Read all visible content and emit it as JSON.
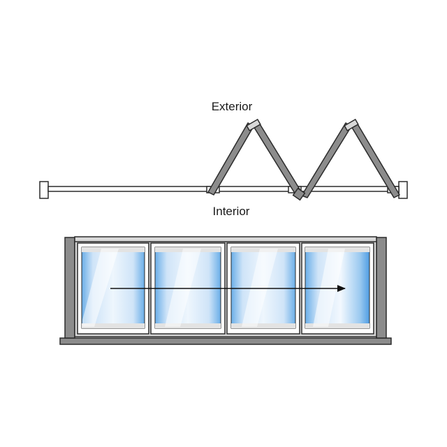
{
  "diagram": {
    "exterior_label": "Exterior",
    "interior_label": "Interior",
    "panel_count": 4,
    "colors": {
      "frame_gray": "#8c8c8c",
      "frame_light": "#d9d9d9",
      "outline": "#2b2b2b",
      "glass_light": "#e9f3fc",
      "glass_blue": "#6aaee8"
    },
    "motion_direction": "left-to-right"
  }
}
